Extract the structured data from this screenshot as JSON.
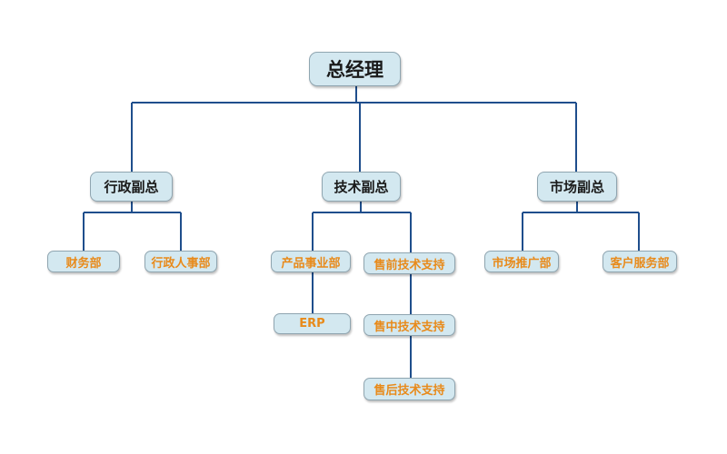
{
  "chart": {
    "root": "总经理",
    "vps": [
      {
        "label": "行政副总",
        "departments": [
          "财务部",
          "行政人事部"
        ]
      },
      {
        "label": "技术副总",
        "departments": [
          "产品事业部",
          "售前技术支持"
        ],
        "sub_departments": {
          "product": "ERP",
          "presales": [
            "售中技术支持",
            "售后技术支持"
          ]
        }
      },
      {
        "label": "市场副总",
        "departments": [
          "市场推广部",
          "客户服务部"
        ]
      }
    ]
  },
  "colors": {
    "connector": "#1f4e8c",
    "node_fill": "#d3e8f0",
    "dept_text": "#e88a1a",
    "title_text": "#1a1a1a"
  }
}
